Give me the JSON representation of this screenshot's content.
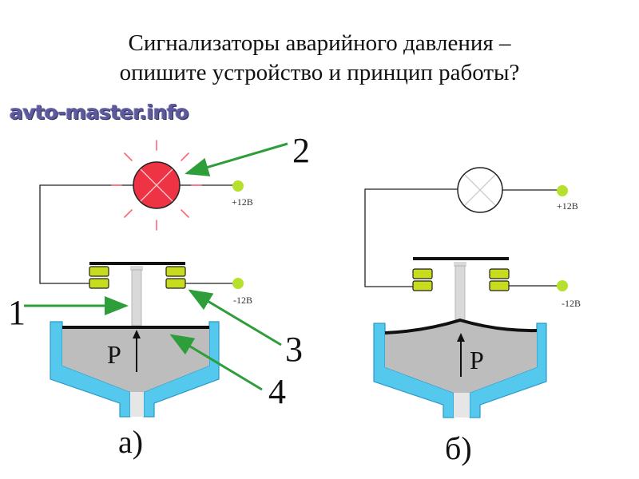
{
  "title": {
    "line1": "Сигнализаторы аварийного давления –",
    "line2": "опишите устройство и принцип работы?"
  },
  "watermark": "avto-master.info",
  "colors": {
    "lamp_on": "#ee3344",
    "lamp_glow": "#ff6677",
    "contact": "#c8dc1e",
    "terminal": "#b7e02d",
    "housing": "#55c8ee",
    "fluid": "#bdbdbd",
    "arrow": "#2e9e3a"
  },
  "diagram_a": {
    "caption": "а)",
    "pressure_label": "P",
    "voltage_plus": "+12B",
    "voltage_minus": "-12B",
    "callouts": [
      "1",
      "2",
      "3",
      "4"
    ]
  },
  "diagram_b": {
    "caption": "б)",
    "pressure_label": "P",
    "voltage_plus": "+12B",
    "voltage_minus": "-12B"
  }
}
